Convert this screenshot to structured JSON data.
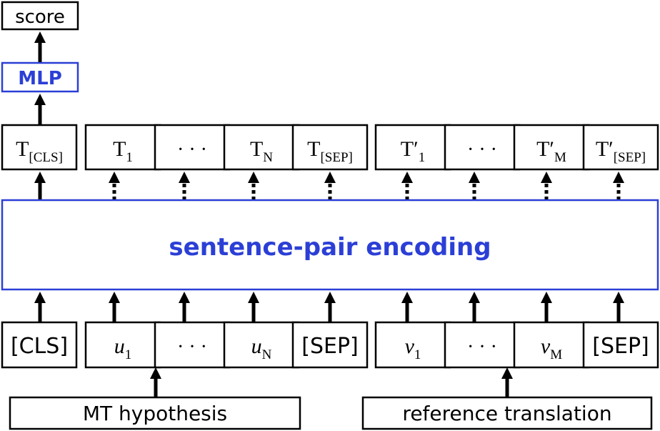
{
  "output": {
    "label": "score"
  },
  "mlp": {
    "label": "MLP"
  },
  "encoder": {
    "label": "sentence-pair encoding"
  },
  "outputs": [
    {
      "base": "T",
      "sub": "[CLS]"
    },
    {
      "base": "T",
      "sub": "1"
    },
    {
      "base": "· · ·",
      "sub": ""
    },
    {
      "base": "T",
      "sub": "N"
    },
    {
      "base": "T",
      "sub": "[SEP]"
    },
    {
      "base": "T′",
      "sub": "1"
    },
    {
      "base": "· · ·",
      "sub": ""
    },
    {
      "base": "T′",
      "sub": "M"
    },
    {
      "base": "T′",
      "sub": "[SEP]"
    }
  ],
  "inputs": [
    {
      "base": "[CLS]",
      "sub": ""
    },
    {
      "base": "u",
      "sub": "1"
    },
    {
      "base": "· · ·",
      "sub": ""
    },
    {
      "base": "u",
      "sub": "N"
    },
    {
      "base": "[SEP]",
      "sub": ""
    },
    {
      "base": "v",
      "sub": "1"
    },
    {
      "base": "· · ·",
      "sub": ""
    },
    {
      "base": "v",
      "sub": "M"
    },
    {
      "base": "[SEP]",
      "sub": ""
    }
  ],
  "sources": {
    "hypothesis": "MT hypothesis",
    "reference": "reference translation"
  }
}
